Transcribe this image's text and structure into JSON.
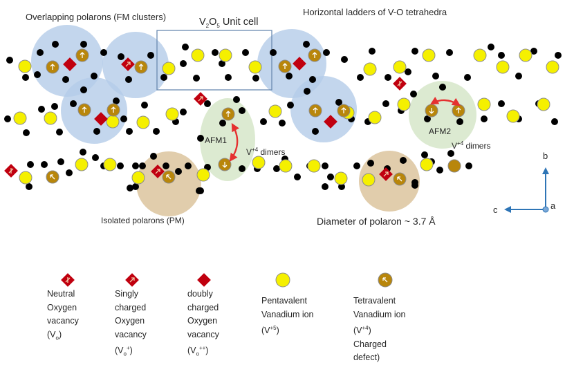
{
  "labels": {
    "overlapping": "Overlapping polarons (FM clusters)",
    "unit_cell_prefix": "V",
    "unit_cell_sub1": "2",
    "unit_cell_mid": "O",
    "unit_cell_sub2": "5",
    "unit_cell_suffix": " Unit cell",
    "horizontal": "Horizontal ladders of V-O tetrahedra",
    "afm1": "AFM1",
    "afm2": "AFM2",
    "v4_prefix": "V",
    "v4_sup": "+4",
    "v4_suffix": " dimers",
    "isolated": "Isolated polarons (PM)",
    "diameter": "Diameter of polaron ~ 3.7 Å",
    "axis_b": "b",
    "axis_c": "c",
    "axis_a": "a"
  },
  "legend": [
    {
      "symbol": "neutral",
      "lines": [
        "Neutral",
        "Oxygen",
        "vacancy"
      ],
      "last": "(V",
      "sub": "o",
      "sup": "",
      "close": ")"
    },
    {
      "symbol": "singly",
      "lines": [
        "Singly",
        "charged",
        "Oxygen",
        "vacancy"
      ],
      "last": "(V",
      "sub": "o",
      "sup": "+",
      "close": ")"
    },
    {
      "symbol": "doubly",
      "lines": [
        "doubly",
        "charged",
        "Oxygen",
        "vacancy"
      ],
      "last": "(V",
      "sub": "o",
      "sup": "++",
      "close": ")"
    },
    {
      "symbol": "pentavalent",
      "lines": [
        "Pentavalent",
        "Vanadium ion"
      ],
      "last": "(V",
      "sub": "",
      "sup": "+5",
      "close": ")"
    },
    {
      "symbol": "tetravalent",
      "lines": [
        "Tetravalent",
        "Vanadium ion"
      ],
      "last": "(V",
      "sub": "",
      "sup": "+4",
      "close": ")",
      "extra": [
        "Charged",
        "defect)"
      ]
    }
  ],
  "colors": {
    "fm_cluster": "#b4cce8",
    "isolated": "#dcc49e",
    "afm": "#d8e8cc",
    "pentavalent": "#f5f000",
    "tetravalent": "#b8860b",
    "oxygen": "#000000",
    "vacancy": "#c0000f",
    "arrow": "#e53030",
    "axis": "#2e75b6",
    "unit_cell": "#6a8ab0"
  }
}
